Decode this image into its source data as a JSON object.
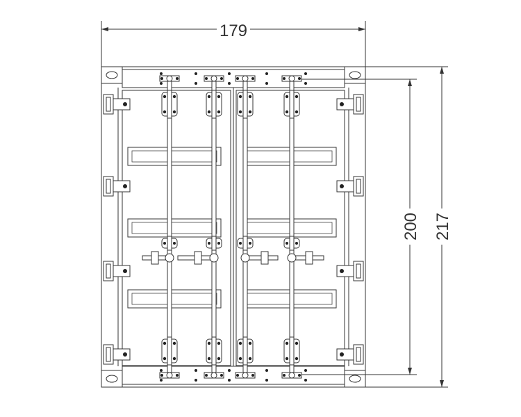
{
  "dimensions": {
    "width_label": "179",
    "inner_height_label": "200",
    "outer_height_label": "217"
  },
  "colors": {
    "line": "#333333",
    "background": "#ffffff"
  }
}
